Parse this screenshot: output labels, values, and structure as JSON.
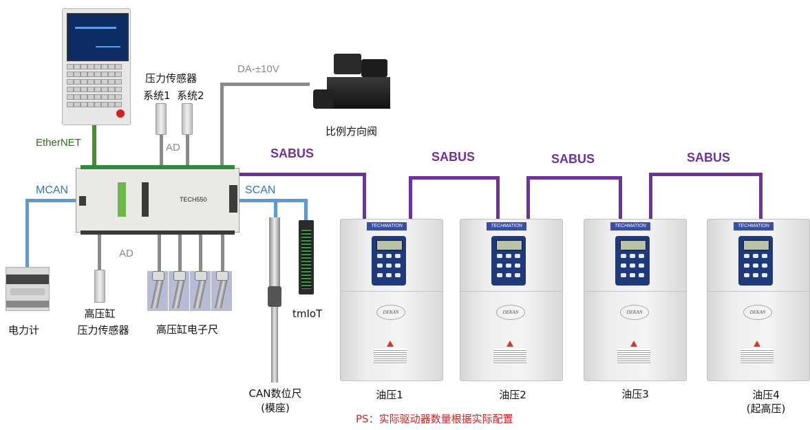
{
  "labels": {
    "ethernet": "EtherNET",
    "mcan": "MCAN",
    "scan": "SCAN",
    "ad_top": "AD",
    "ad_bottom": "AD",
    "da": "DA-±10V",
    "sabus": [
      "SABUS",
      "SABUS",
      "SABUS",
      "SABUS"
    ],
    "pressure_sensor_title": "压力传感器",
    "system1": "系统1",
    "system2": "系统2",
    "proportional_valve": "比例方向阀",
    "controller_model": "TECH550",
    "power_meter": "电力计",
    "hp_cylinder_line1": "高压缸",
    "hp_cylinder_line2": "压力传感器",
    "hp_cylinder_ruler": "高压缸电子尺",
    "can_ruler_line1": "CAN数位尺",
    "can_ruler_line2": "(模座)",
    "tmiot": "tmIoT",
    "drives": [
      {
        "name": "油压1",
        "sub": ""
      },
      {
        "name": "油压2",
        "sub": ""
      },
      {
        "name": "油压3",
        "sub": ""
      },
      {
        "name": "油压4",
        "sub": "(起高压)"
      }
    ],
    "drive_brand_logo": "TECHMATION",
    "drive_brand_mark": "DEKAN",
    "note": "PS：实际驱动器数量根据实际配置"
  },
  "colors": {
    "sabus": "#7030a0",
    "can": "#5b9bd5",
    "ethernet": "#4f8a37",
    "analog": "#8a8a8a",
    "note": "#e02020"
  }
}
